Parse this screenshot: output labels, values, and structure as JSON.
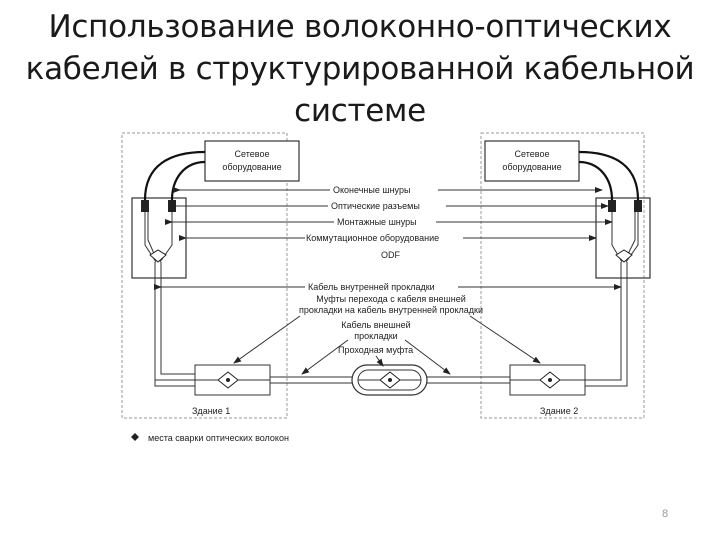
{
  "slide": {
    "title_lines": [
      "Использование волоконно-оптических",
      "кабелей в структурированной кабельной",
      "системе"
    ],
    "page_number": "8"
  },
  "diagram": {
    "equipment_label_line1": "Сетевое",
    "equipment_label_line2": "оборудование",
    "labels": {
      "end_cords": "Оконечные шнуры",
      "optical_connectors": "Оптические разъемы",
      "mounting_cords": "Монтажные шнуры",
      "switching_equipment": "Коммутационное оборудование",
      "odf": "ODF",
      "indoor_cable": "Кабель внутренней прокладки",
      "transition_line1": "Муфты перехода с кабеля внешней",
      "transition_line2": "прокладки на кабель внутренней прокладки",
      "outdoor_line1": "Кабель внешней",
      "outdoor_line2": "прокладки",
      "through_sleeve": "Проходная муфта",
      "building1": "Здание 1",
      "building2": "Здание 2"
    },
    "legend": "места сварки оптических волокон"
  }
}
